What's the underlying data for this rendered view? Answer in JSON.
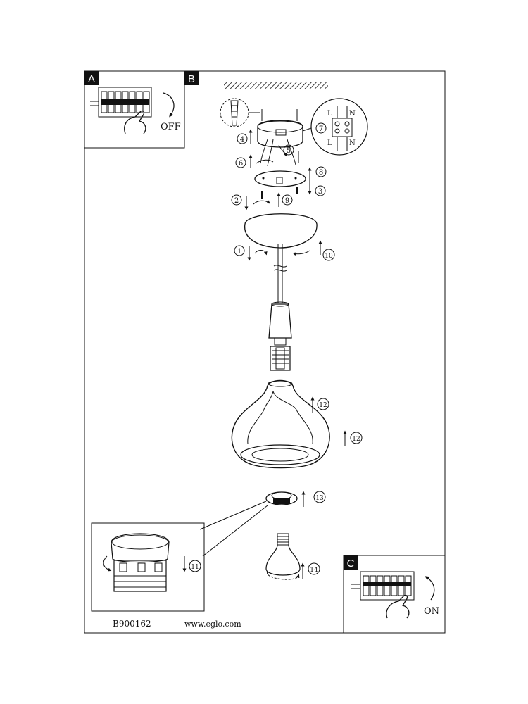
{
  "panels": {
    "a_label": "A",
    "b_label": "B",
    "c_label": "C",
    "a_switch_text": "OFF",
    "c_switch_text": "ON"
  },
  "terminal": {
    "top_l": "L",
    "top_n": "N",
    "bot_l": "L",
    "bot_n": "N"
  },
  "steps": {
    "s1": "1",
    "s2": "2",
    "s3": "3",
    "s4": "4",
    "s5": "5",
    "s6": "6",
    "s7": "7",
    "s8": "8",
    "s9": "9",
    "s10": "10",
    "s11": "11",
    "s12a": "12",
    "s12b": "12",
    "s13": "13",
    "s14": "14"
  },
  "footer": {
    "code": "B900162",
    "url": "www.eglo.com"
  }
}
